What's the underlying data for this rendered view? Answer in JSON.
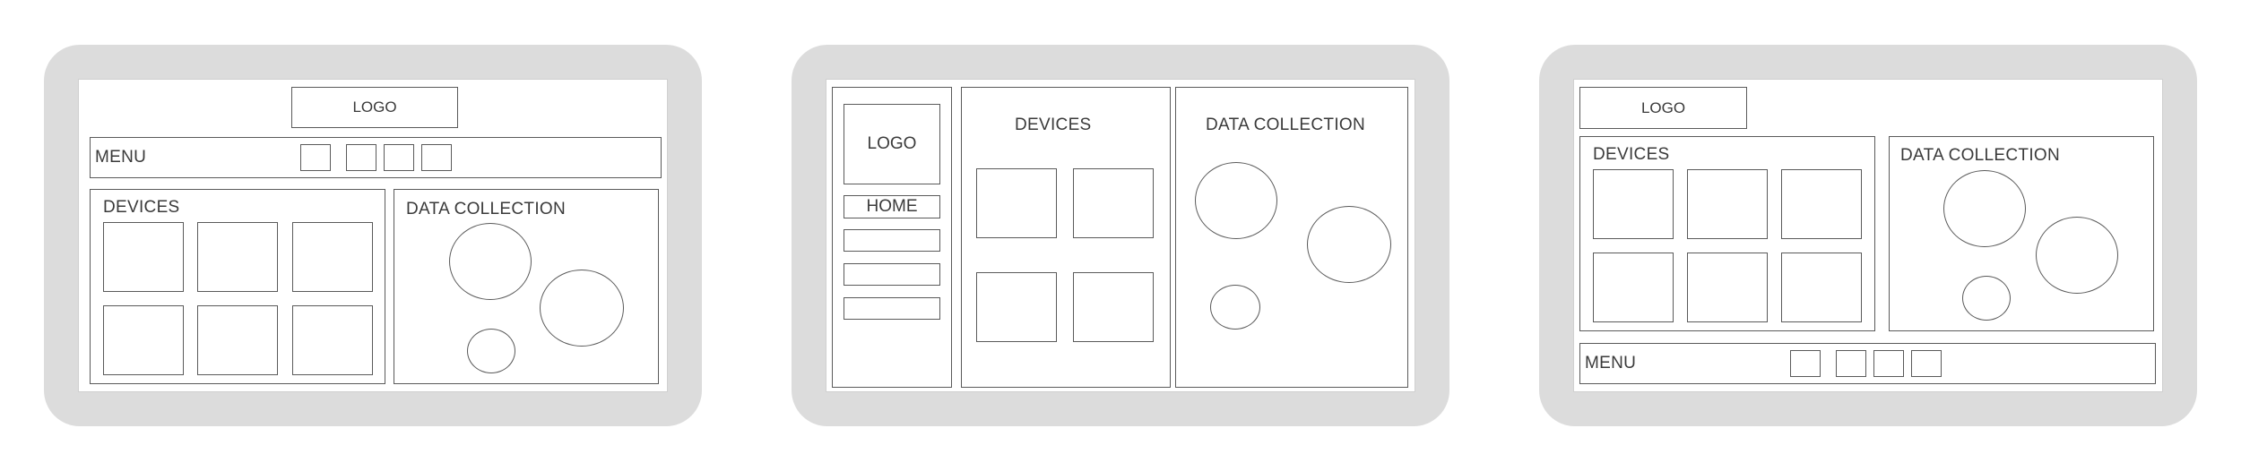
{
  "wireframes": [
    {
      "logo": "LOGO",
      "menu": "MENU",
      "devices": "DEVICES",
      "data_collection": "DATA COLLECTION"
    },
    {
      "logo": "LOGO",
      "home": "HOME",
      "devices": "DEVICES",
      "data_collection": "DATA COLLECTION"
    },
    {
      "logo": "LOGO",
      "menu": "MENU",
      "devices": "DEVICES",
      "data_collection": "DATA COLLECTION"
    }
  ],
  "colors": {
    "device_frame": "#dcdcdc",
    "stroke": "#5a5a5a",
    "text": "#3a3a3a"
  }
}
